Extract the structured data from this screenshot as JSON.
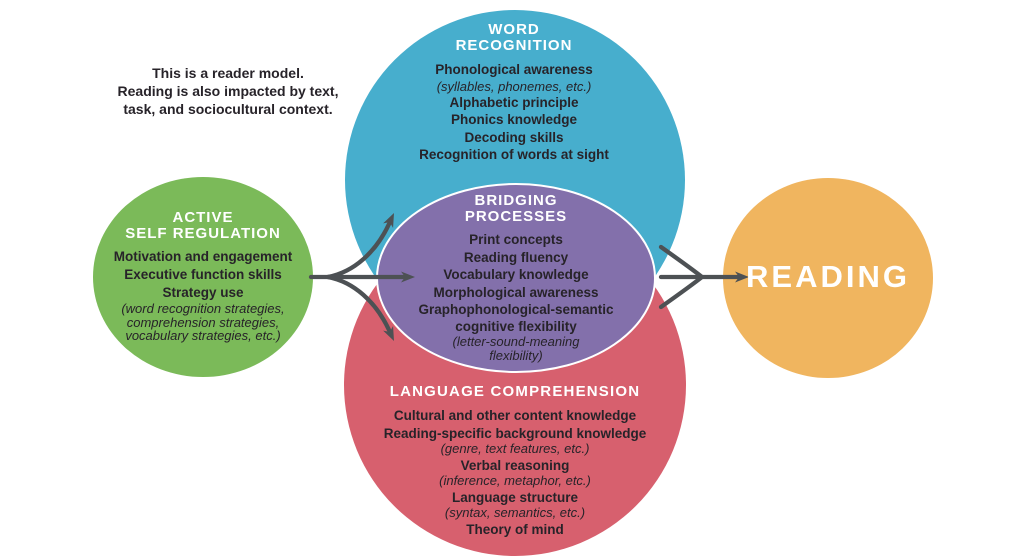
{
  "note": {
    "lines": [
      "This is a reader model.",
      "Reading is also impacted by text,",
      "task, and sociocultural context."
    ]
  },
  "active_self_regulation": {
    "title_lines": [
      "ACTIVE",
      "SELF REGULATION"
    ],
    "lines": [
      "Motivation and engagement",
      "Executive function skills",
      "Strategy use",
      "(word recognition strategies,",
      "comprehension strategies,",
      "vocabulary strategies, etc.)"
    ]
  },
  "word_recognition": {
    "title_lines": [
      "WORD",
      "RECOGNITION"
    ],
    "lines": [
      "Phonological awareness",
      "(syllables, phonemes, etc.)",
      "Alphabetic principle",
      "Phonics knowledge",
      "Decoding skills",
      "Recognition of words at sight"
    ]
  },
  "bridging_processes": {
    "title_lines": [
      "BRIDGING",
      "PROCESSES"
    ],
    "lines": [
      "Print concepts",
      "Reading fluency",
      "Vocabulary knowledge",
      "Morphological awareness",
      "Graphophonological-semantic",
      "cognitive flexibility",
      "(letter-sound-meaning",
      "flexibility)"
    ]
  },
  "language_comprehension": {
    "title": "LANGUAGE COMPREHENSION",
    "lines": [
      "Cultural and other content knowledge",
      "Reading-specific background knowledge",
      "(genre, text features, etc.)",
      "Verbal reasoning",
      "(inference, metaphor, etc.)",
      "Language structure",
      "(syntax, semantics, etc.)",
      "Theory of mind"
    ]
  },
  "reading": {
    "label": "READING"
  },
  "colors": {
    "word_recognition": "#47AECD",
    "bridging_processes": "#8370AB",
    "language_comprehension": "#D7606E",
    "active_self_regulation": "#7BBA59",
    "reading": "#F0B55F",
    "arrow": "#4D5154",
    "heading_text": "#FFFFFF",
    "body_text": "#272329"
  }
}
